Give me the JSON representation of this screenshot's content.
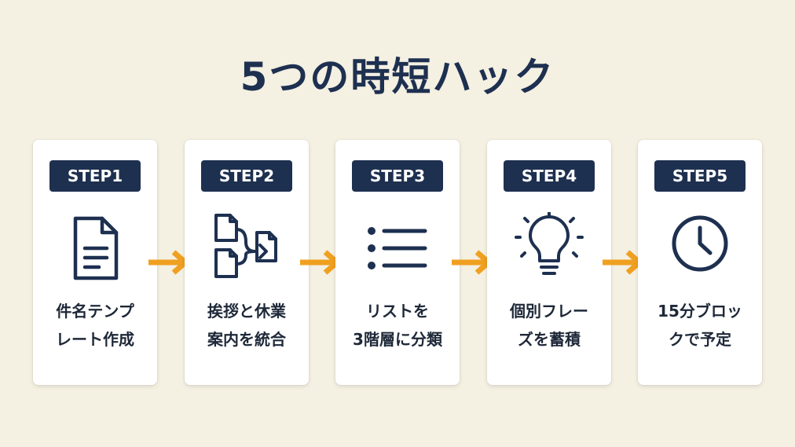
{
  "title": "5つの時短ハック",
  "colors": {
    "navy": "#1e3050",
    "arrow": "#f0a020",
    "background": "#f4f0e2"
  },
  "steps": [
    {
      "badge": "STEP1",
      "icon": "document-icon",
      "label_line1": "件名テンプ",
      "label_line2": "レート作成"
    },
    {
      "badge": "STEP2",
      "icon": "merge-documents-icon",
      "label_line1": "挨拶と休業",
      "label_line2": "案内を統合"
    },
    {
      "badge": "STEP3",
      "icon": "list-icon",
      "label_line1": "リストを",
      "label_line2": "3階層に分類"
    },
    {
      "badge": "STEP4",
      "icon": "lightbulb-icon",
      "label_line1": "個別フレー",
      "label_line2": "ズを蓄積"
    },
    {
      "badge": "STEP5",
      "icon": "clock-icon",
      "label_line1": "15分ブロッ",
      "label_line2": "クで予定"
    }
  ]
}
